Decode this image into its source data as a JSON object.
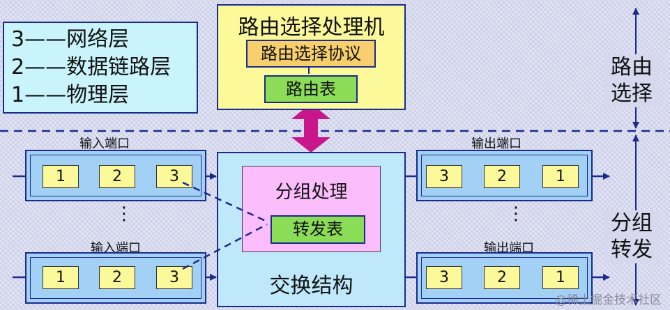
{
  "legend": {
    "line1": "3——网络层",
    "line2": "2——数据链路层",
    "line3": "1——物理层"
  },
  "router": {
    "title": "路由选择处理机",
    "protocol": "路由选择协议",
    "table": "路由表"
  },
  "switch_fabric": {
    "title": "交换结构",
    "packet_processing": "分组处理",
    "forwarding_table": "转发表"
  },
  "input_port_label": "输入端口",
  "output_port_label": "输出端口",
  "input_layers": [
    "1",
    "2",
    "3"
  ],
  "output_layers": [
    "3",
    "2",
    "1"
  ],
  "ellipsis": "⋮",
  "side_labels": {
    "routing": [
      "路由",
      "选择"
    ],
    "forwarding": [
      "分组",
      "转发"
    ]
  },
  "watermark": "@稀土掘金技术社区",
  "colors": {
    "legend_bg": "#c9f4fb",
    "router_bg": "#fbf99a",
    "protocol_bg": "#f7cf6d",
    "table_bg": "#8bdc57",
    "switch_bg": "#bfe9fb",
    "packet_bg": "#fbbdfb",
    "port_bg": "#a3d1f5",
    "arrow_dark": "#1a2b8c",
    "arrow_magenta": "#c8168c"
  }
}
